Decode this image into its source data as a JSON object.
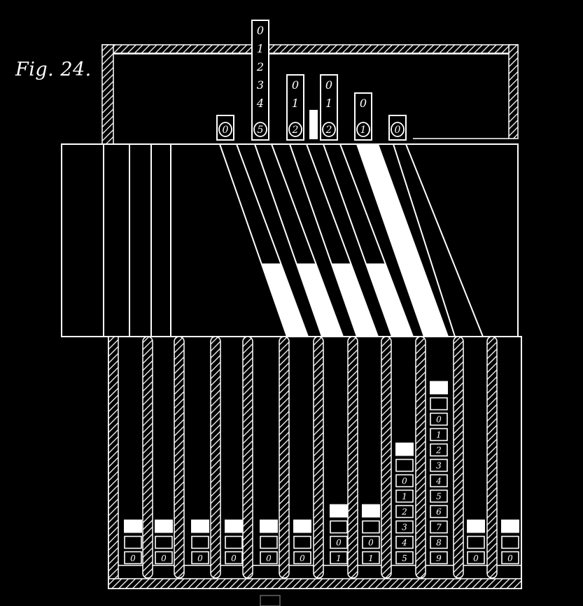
{
  "figure": {
    "caption": "Fig. 24."
  },
  "display": {
    "columns": [
      {
        "result_digit": "0",
        "digits": []
      },
      {
        "result_digit": "5",
        "digits": [
          "0",
          "1",
          "2",
          "3",
          "4"
        ]
      },
      {
        "result_digit": "2",
        "digits": [
          "0",
          "1"
        ]
      },
      {
        "result_digit": "2",
        "digits": [
          "0",
          "1"
        ]
      },
      {
        "result_digit": "1",
        "digits": [
          "0"
        ]
      },
      {
        "result_digit": "0",
        "digits": []
      }
    ]
  },
  "keyboard": {
    "columns": [
      {
        "bottom_digit": "0",
        "digits": []
      },
      {
        "bottom_digit": "0",
        "digits": []
      },
      {
        "bottom_digit": "0",
        "digits": []
      },
      {
        "bottom_digit": "0",
        "digits": []
      },
      {
        "bottom_digit": "0",
        "digits": []
      },
      {
        "bottom_digit": "0",
        "digits": []
      },
      {
        "bottom_digit": "1",
        "digits": [
          "0"
        ]
      },
      {
        "bottom_digit": "1",
        "digits": [
          "0"
        ]
      },
      {
        "bottom_digit": "5",
        "digits": [
          "0",
          "1",
          "2",
          "3",
          "4"
        ]
      },
      {
        "bottom_digit": "9",
        "digits": [
          "0",
          "1",
          "2",
          "3",
          "4",
          "5",
          "6",
          "7",
          "8"
        ]
      },
      {
        "bottom_digit": "0",
        "digits": []
      },
      {
        "bottom_digit": "0",
        "digits": []
      }
    ]
  },
  "colors": {
    "background": "#000000",
    "ink": "#ffffff"
  }
}
